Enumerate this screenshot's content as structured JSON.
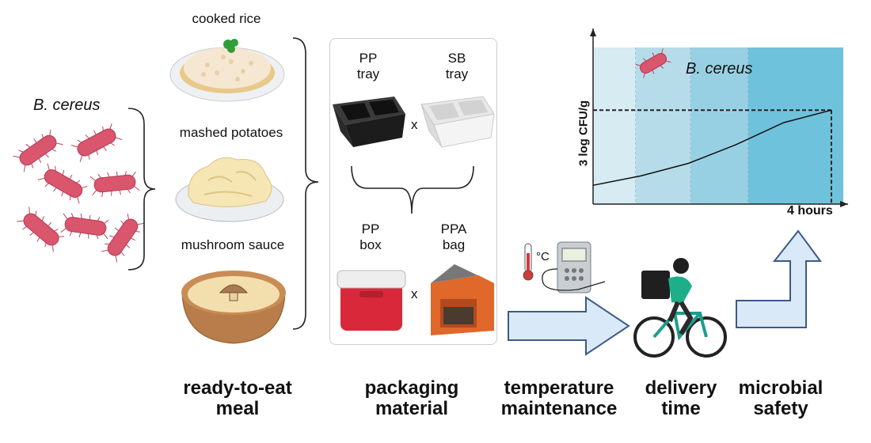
{
  "bacteria_label": "B. cereus",
  "meals": {
    "rice": "cooked rice",
    "potatoes": "mashed potatoes",
    "sauce": "mushroom sauce"
  },
  "packaging": {
    "pp_tray": "PP\ntray",
    "sb_tray": "SB\ntray",
    "pp_box": "PP\nbox",
    "ppa_bag": "PPA\nbag",
    "cross": "x"
  },
  "thermometer_unit": "°C",
  "chart": {
    "ylabel": "3 log CFU/g",
    "xlabel": "4 hours",
    "organism": "B. cereus"
  },
  "chart_data": {
    "type": "line",
    "series": [
      {
        "values": [
          0.6,
          0.9,
          1.3,
          1.9,
          2.6,
          3.0
        ]
      }
    ],
    "x": [
      0,
      0.8,
      1.6,
      2.4,
      3.2,
      4.0
    ],
    "threshold_y": 3,
    "threshold_x": 4,
    "background_bands": [
      "#d6ebf2",
      "#b6dcea",
      "#98d0e3",
      "#6fc2dc"
    ]
  },
  "captions": {
    "meal": "ready-to-eat\nmeal",
    "packaging": "packaging\nmaterial",
    "temperature": "temperature\nmaintenance",
    "delivery": "delivery\ntime",
    "safety": "microbial\nsafety"
  }
}
